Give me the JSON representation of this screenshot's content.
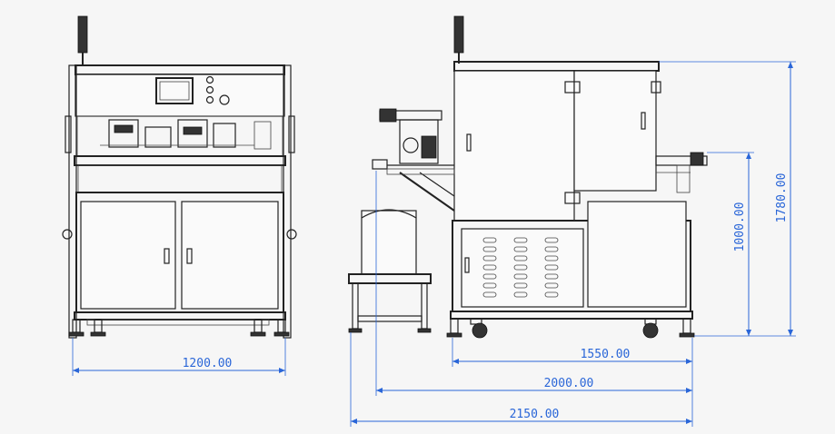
{
  "dimensions": {
    "front_width": "1200.00",
    "side_body_width": "1550.00",
    "side_total_width_a": "2000.00",
    "side_total_width_b": "2150.00",
    "table_height": "1000.00",
    "total_height": "1780.00"
  },
  "colors": {
    "dimension": "#2a66d8",
    "line": "#222222",
    "background": "#f6f6f6"
  }
}
